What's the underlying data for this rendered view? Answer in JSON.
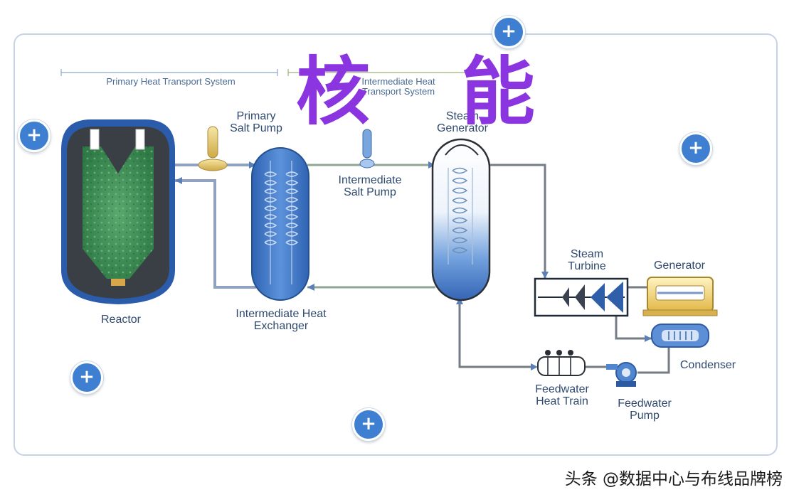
{
  "title": "核  能",
  "title_chars": [
    "核",
    "能"
  ],
  "section_labels": {
    "primary": "Primary Heat Transport System",
    "intermediate_line1": "Intermediate Heat",
    "intermediate_line2": "Transport System"
  },
  "components": {
    "reactor": "Reactor",
    "primary_pump_line1": "Primary",
    "primary_pump_line2": "Salt Pump",
    "ihx_line1": "Intermediate Heat",
    "ihx_line2": "Exchanger",
    "int_pump_line1": "Intermediate",
    "int_pump_line2": "Salt Pump",
    "sg_line1": "Steam",
    "sg_line2": "Generator",
    "turbine_line1": "Steam",
    "turbine_line2": "Turbine",
    "generator": "Generator",
    "condenser": "Condenser",
    "fw_train_line1": "Feedwater",
    "fw_train_line2": "Heat Train",
    "fw_pump_line1": "Feedwater",
    "fw_pump_line2": "Pump"
  },
  "hotspot_symbol": "+",
  "watermark": "头条 @数据中心与布线品牌榜",
  "colors": {
    "title": "#8b35e0",
    "hotspot": "#3f7fd1",
    "reactor_core": "#3f8f58",
    "vessel_blue": "#3a72c4",
    "pipe": "#7a8fa8"
  }
}
